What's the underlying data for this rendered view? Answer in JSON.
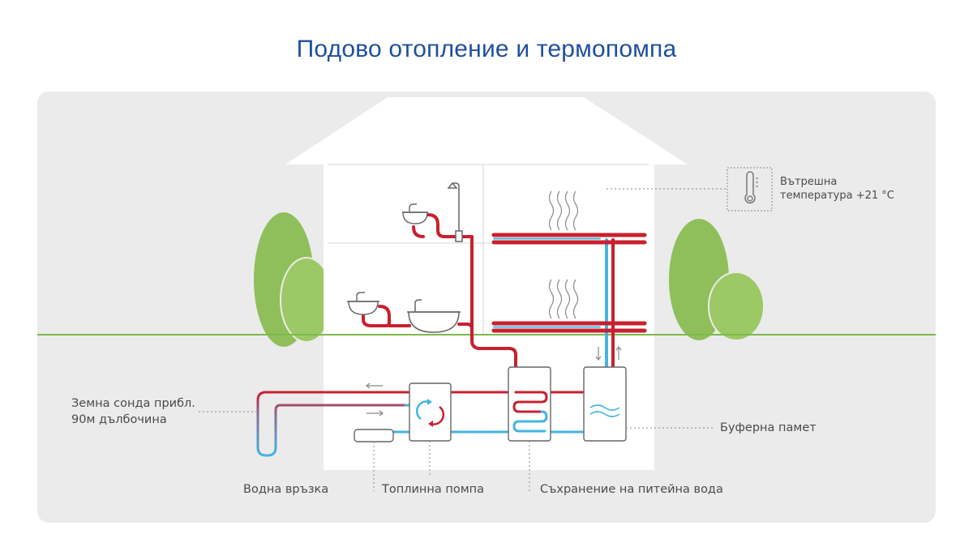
{
  "title": "Подово отопление и термопомпа",
  "labels": {
    "indoor_temp_line1": "Вътрешна",
    "indoor_temp_line2": "температура +21 °C",
    "ground_probe_line1": "Земна сонда прибл.",
    "ground_probe_line2": "90м дълбочина",
    "buffer": "Буферна памет",
    "water_connection": "Водна връзка",
    "heat_pump": "Топлинна помпа",
    "drinking_water": "Съхранение на питейна вода"
  },
  "colors": {
    "title": "#1f4f9c",
    "hot_pipe": "#c8202f",
    "cold_pipe": "#43b5e0",
    "tree": "#8fbf5a",
    "ground_line": "#7cba4a",
    "panel": "#ebebeb"
  },
  "icons": [
    "thermometer-icon",
    "shower-icon",
    "sink-icon",
    "bathtub-icon",
    "heat-wave-icon",
    "pump-cycle-icon"
  ]
}
